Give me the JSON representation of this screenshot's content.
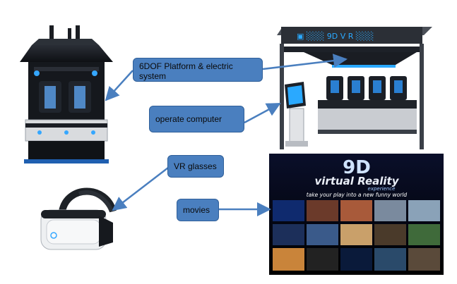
{
  "labels": {
    "platform": "6DOF Platform & electric system",
    "computer": "operate computer",
    "vr": "VR glasses",
    "movies": "movies"
  },
  "poster": {
    "title": "9D",
    "subtitle": "virtual Reality",
    "tagline": "experience",
    "slogan": "take your play into a new funny world"
  },
  "colors": {
    "label_fill": "#4a7fbf",
    "arrow": "#4a7fbf",
    "poster_bg": "#000000"
  }
}
